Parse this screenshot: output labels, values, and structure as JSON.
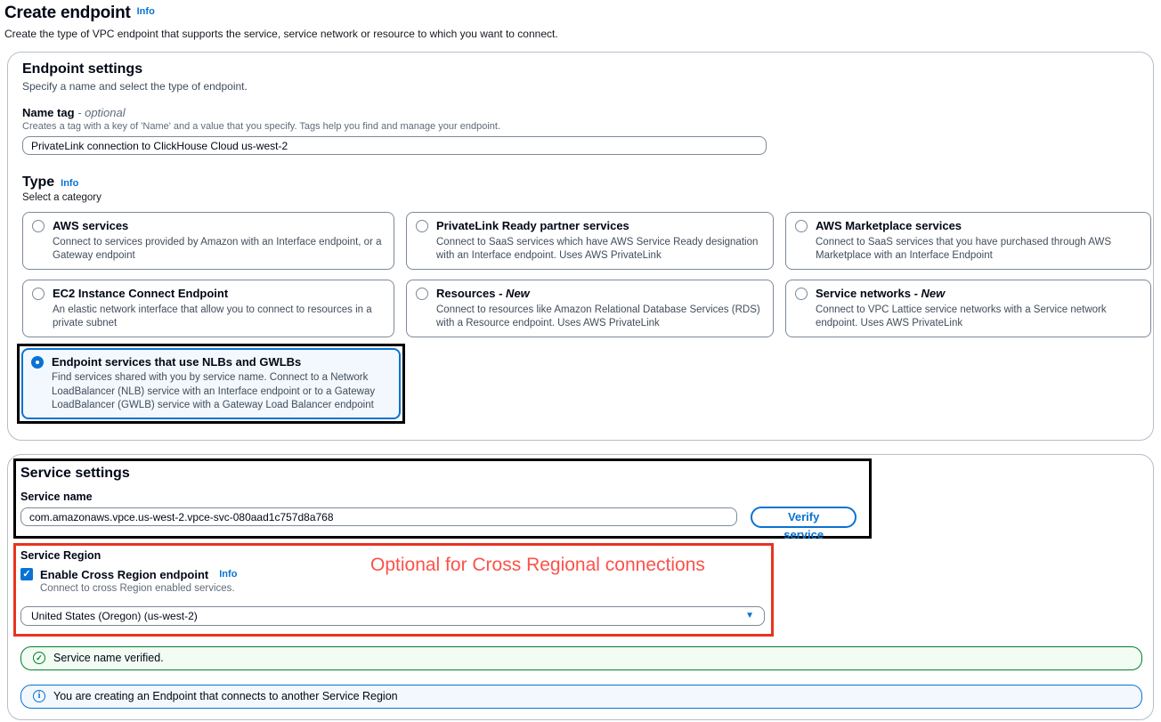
{
  "colors": {
    "accent_blue": "#0972d3",
    "success_green": "#00802f",
    "annotation_black": "#000000",
    "annotation_red": "#e8341e",
    "annotation_red_text": "#fb524a",
    "selected_tile_bg": "#f2f8fd"
  },
  "page": {
    "title": "Create endpoint",
    "info_label": "Info",
    "description": "Create the type of VPC endpoint that supports the service, service network or resource to which you want to connect."
  },
  "endpoint_settings": {
    "title": "Endpoint settings",
    "description": "Specify a name and select the type of endpoint.",
    "name_tag": {
      "label": "Name tag",
      "optional_suffix": "- optional",
      "constraint": "Creates a tag with a key of 'Name' and a value that you specify. Tags help you find and manage your endpoint.",
      "value": "PrivateLink connection to ClickHouse Cloud us-west-2"
    },
    "type": {
      "label": "Type",
      "info_label": "Info",
      "description": "Select a category",
      "options": [
        {
          "title": "AWS services",
          "description": "Connect to services provided by Amazon with an Interface endpoint, or a Gateway endpoint",
          "selected": false
        },
        {
          "title": "PrivateLink Ready partner services",
          "description": "Connect to SaaS services which have AWS Service Ready designation with an Interface endpoint. Uses AWS PrivateLink",
          "selected": false
        },
        {
          "title": "AWS Marketplace services",
          "description": "Connect to SaaS services that you have purchased through AWS Marketplace with an Interface Endpoint",
          "selected": false
        },
        {
          "title": "EC2 Instance Connect Endpoint",
          "description": "An elastic network interface that allow you to connect to resources in a private subnet",
          "selected": false
        },
        {
          "title": "Resources",
          "suffix": "- New",
          "description": "Connect to resources like Amazon Relational Database Services (RDS) with a Resource endpoint. Uses AWS PrivateLink",
          "selected": false
        },
        {
          "title": "Service networks",
          "suffix": "- New",
          "description": "Connect to VPC Lattice service networks with a Service network endpoint. Uses AWS PrivateLink",
          "selected": false
        },
        {
          "title": "Endpoint services that use NLBs and GWLBs",
          "description": "Find services shared with you by service name. Connect to a Network LoadBalancer (NLB) service with an Interface endpoint or to a Gateway LoadBalancer (GWLB) service with a Gateway Load Balancer endpoint",
          "selected": true
        }
      ]
    }
  },
  "service_settings": {
    "title": "Service settings",
    "service_name_label": "Service name",
    "service_name_value": "com.amazonaws.vpce.us-west-2.vpce-svc-080aad1c757d8a768",
    "verify_button_label": "Verify service",
    "service_region": {
      "label": "Service Region",
      "checkbox_label": "Enable Cross Region endpoint",
      "info_label": "Info",
      "checkbox_checked": true,
      "checkbox_glyph": "✓",
      "checkbox_description": "Connect to cross Region enabled services.",
      "selected_region": "United States (Oregon) (us-west-2)",
      "caret_glyph": "▼"
    },
    "alerts": {
      "success_text": "Service name verified.",
      "success_icon_glyph": "✓",
      "info_text": "You are creating an Endpoint that connects to another Service Region",
      "info_icon_glyph": "i"
    }
  },
  "annotations": {
    "red_note": "Optional for Cross Regional connections"
  }
}
